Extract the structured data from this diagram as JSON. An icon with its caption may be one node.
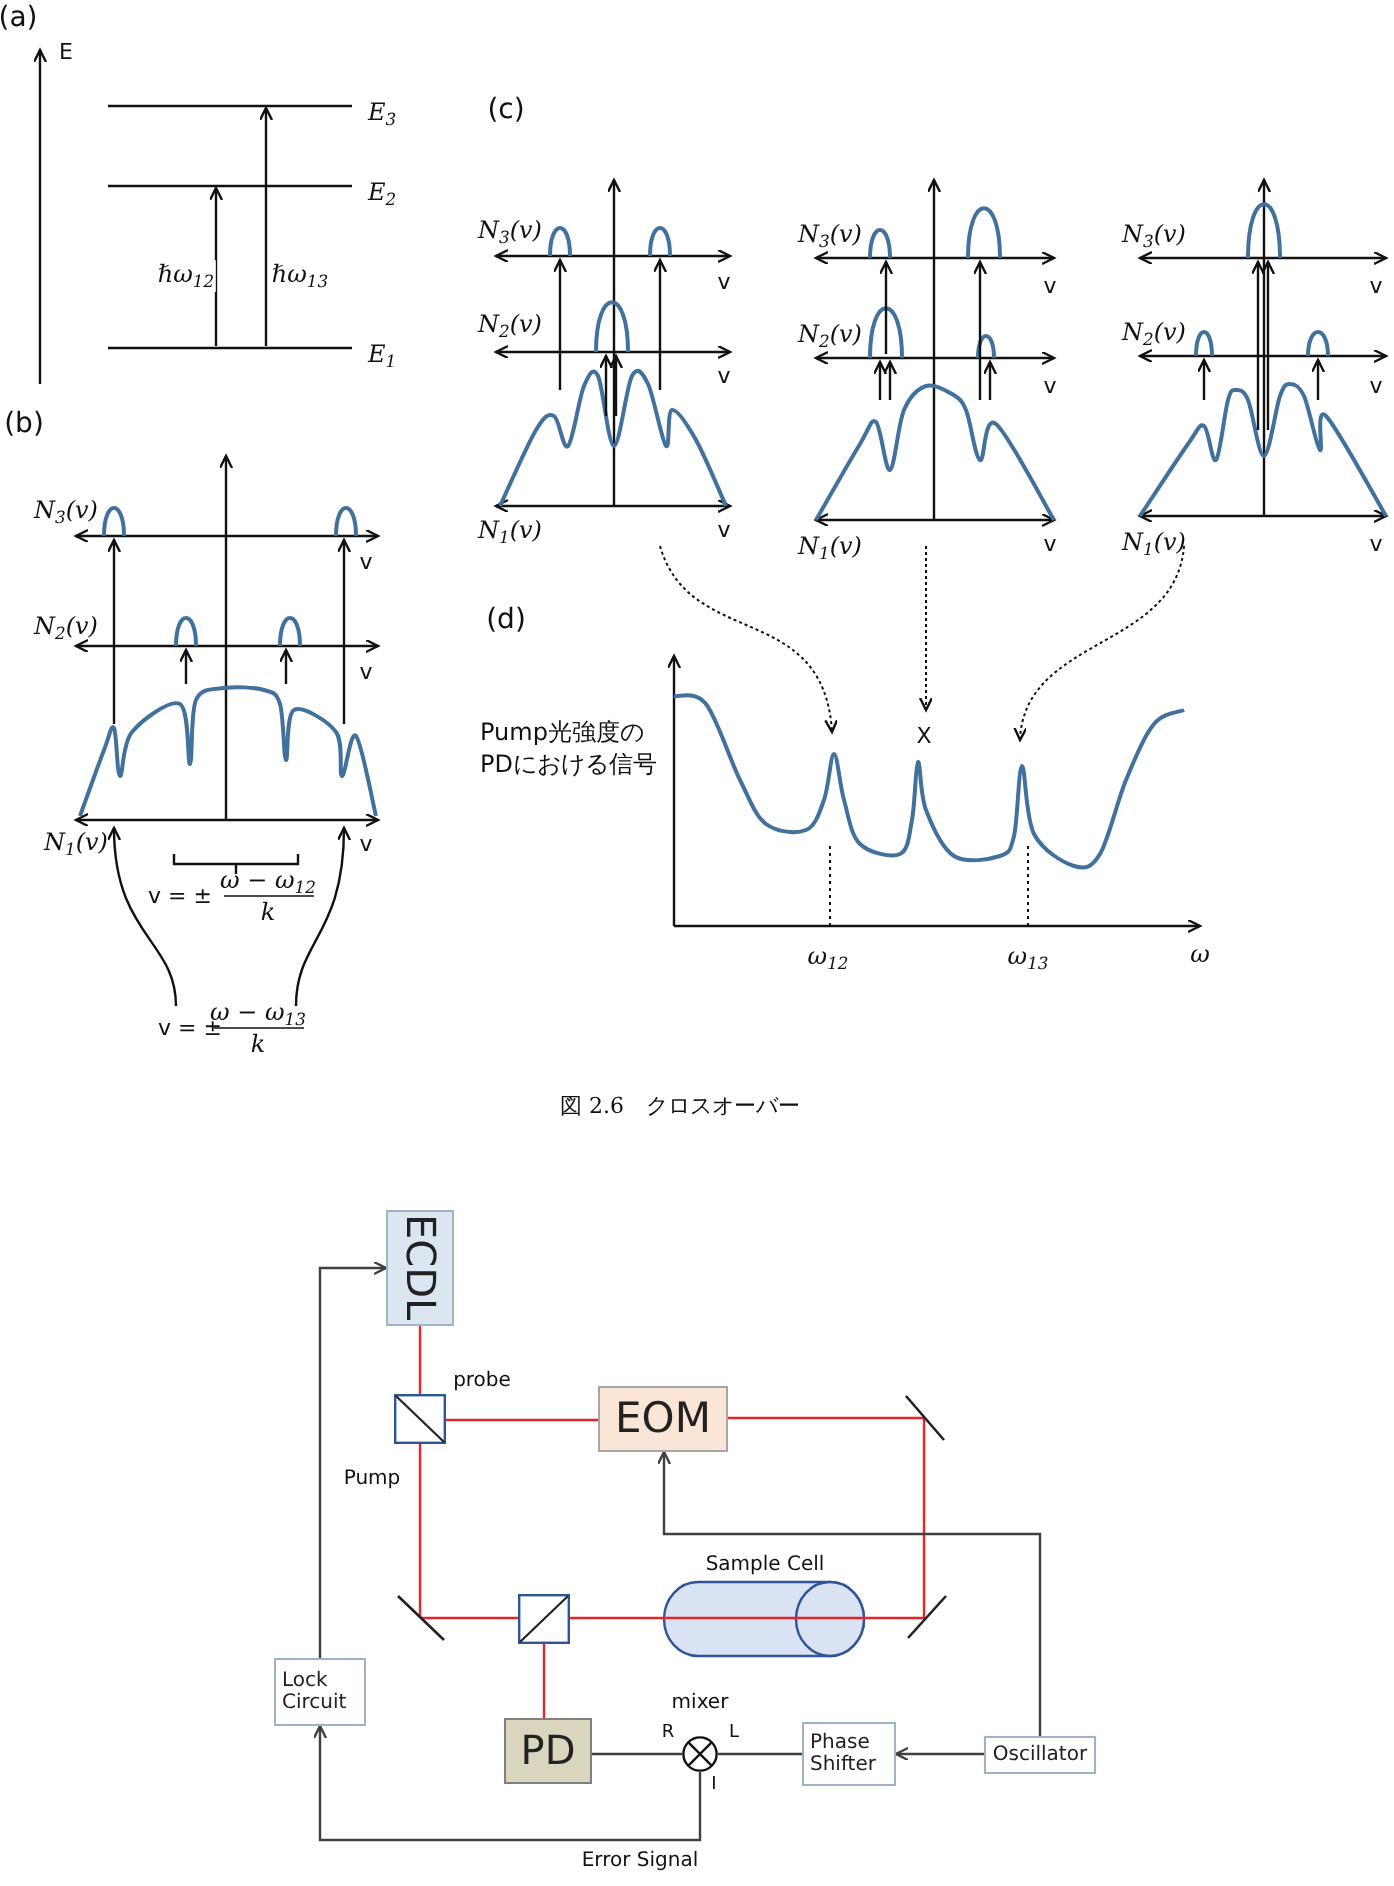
{
  "diagram": {
    "caption": "図 2.6　クロスオーバー",
    "nodes": [
      {
        "text": [
          "E$_{3}$"
        ]
      },
      {
        "text": [
          "E$_{2}$"
        ]
      },
      {
        "text": [
          "E$_{1}$"
        ]
      },
      {
        "text": [
          "ECDL"
        ]
      },
      {
        "text": [],
        "shape": "box"
      },
      {
        "text": [
          "EOM"
        ]
      },
      {
        "text": [],
        "shape": "mirror"
      },
      {
        "text": [],
        "shape": "mirror"
      },
      {
        "text": [],
        "shape": "box"
      },
      {
        "text": [
          "Sample Cell"
        ]
      },
      {
        "text": [],
        "shape": "mirror"
      },
      {
        "text": [
          "Lock Circuit"
        ]
      },
      {
        "text": [
          "PD"
        ]
      },
      {
        "text": [
          "mixer"
        ],
        "beside": [
          "R",
          "L",
          "I"
        ]
      },
      {
        "text": [
          "Phase Shifter"
        ]
      },
      {
        "text": [
          "Oscillator"
        ]
      }
    ],
    "edges": [
      {
        "from": 2,
        "to": 1,
        "arrow": "to",
        "color": "#111111",
        "label": "ℏω$_{12}$"
      },
      {
        "from": 2,
        "to": 0,
        "arrow": "to",
        "color": "#111111",
        "label": "ℏω$_{13}$"
      },
      {
        "from": 3,
        "to": 4,
        "arrow": "none",
        "color": "#e3242b"
      },
      {
        "from": 4,
        "to": 5,
        "arrow": "none",
        "color": "#e3242b",
        "label": "probe"
      },
      {
        "from": 5,
        "to": 6,
        "arrow": "none",
        "color": "#e3242b"
      },
      {
        "from": 6,
        "to": 10,
        "arrow": "none",
        "color": "#e3242b"
      },
      {
        "from": 10,
        "to": 9,
        "arrow": "none",
        "color": "#e3242b"
      },
      {
        "from": 9,
        "to": 8,
        "arrow": "none",
        "color": "#e3242b"
      },
      {
        "from": 4,
        "to": 7,
        "arrow": "none",
        "color": "#e3242b",
        "label": "Pump"
      },
      {
        "from": 7,
        "to": 8,
        "arrow": "none",
        "color": "#e3242b"
      },
      {
        "from": 8,
        "to": 12,
        "arrow": "none",
        "color": "#e3242b"
      },
      {
        "from": 11,
        "to": 3,
        "arrow": "to",
        "color": "#404040"
      },
      {
        "from": 15,
        "to": 5,
        "arrow": "to",
        "color": "#404040"
      },
      {
        "from": 15,
        "to": 14,
        "arrow": "to",
        "color": "#404040"
      },
      {
        "from": 14,
        "to": 13,
        "arrow": "none",
        "color": "#404040"
      },
      {
        "from": 12,
        "to": 13,
        "arrow": "none",
        "color": "#404040"
      },
      {
        "from": 13,
        "to": 11,
        "arrow": "to",
        "color": "#404040",
        "label": "Error Signal"
      }
    ],
    "labels": [
      "(a)",
      "E",
      "(b)",
      "N$_{3}$(v)",
      "v",
      "N$_{2}$(v)",
      "v",
      "N$_{1}$(v)",
      "v",
      "v = ±",
      "ω − ω$_{12}$",
      "k",
      "v = ±",
      "ω − ω$_{13}$",
      "k",
      "(c)",
      "N$_{3}$(v)",
      "v",
      "N$_{2}$(v)",
      "v",
      "N$_{1}$(v)",
      "v",
      "N$_{3}$(v)",
      "v",
      "N$_{2}$(v)",
      "v",
      "N$_{1}$(v)",
      "v",
      "N$_{3}$(v)",
      "v",
      "N$_{2}$(v)",
      "v",
      "N$_{1}$(v)",
      "v",
      "(d)",
      "Pump光強度のPDにおける信号",
      "X",
      "ω$_{12}$",
      "ω$_{13}$",
      "ω"
    ]
  }
}
